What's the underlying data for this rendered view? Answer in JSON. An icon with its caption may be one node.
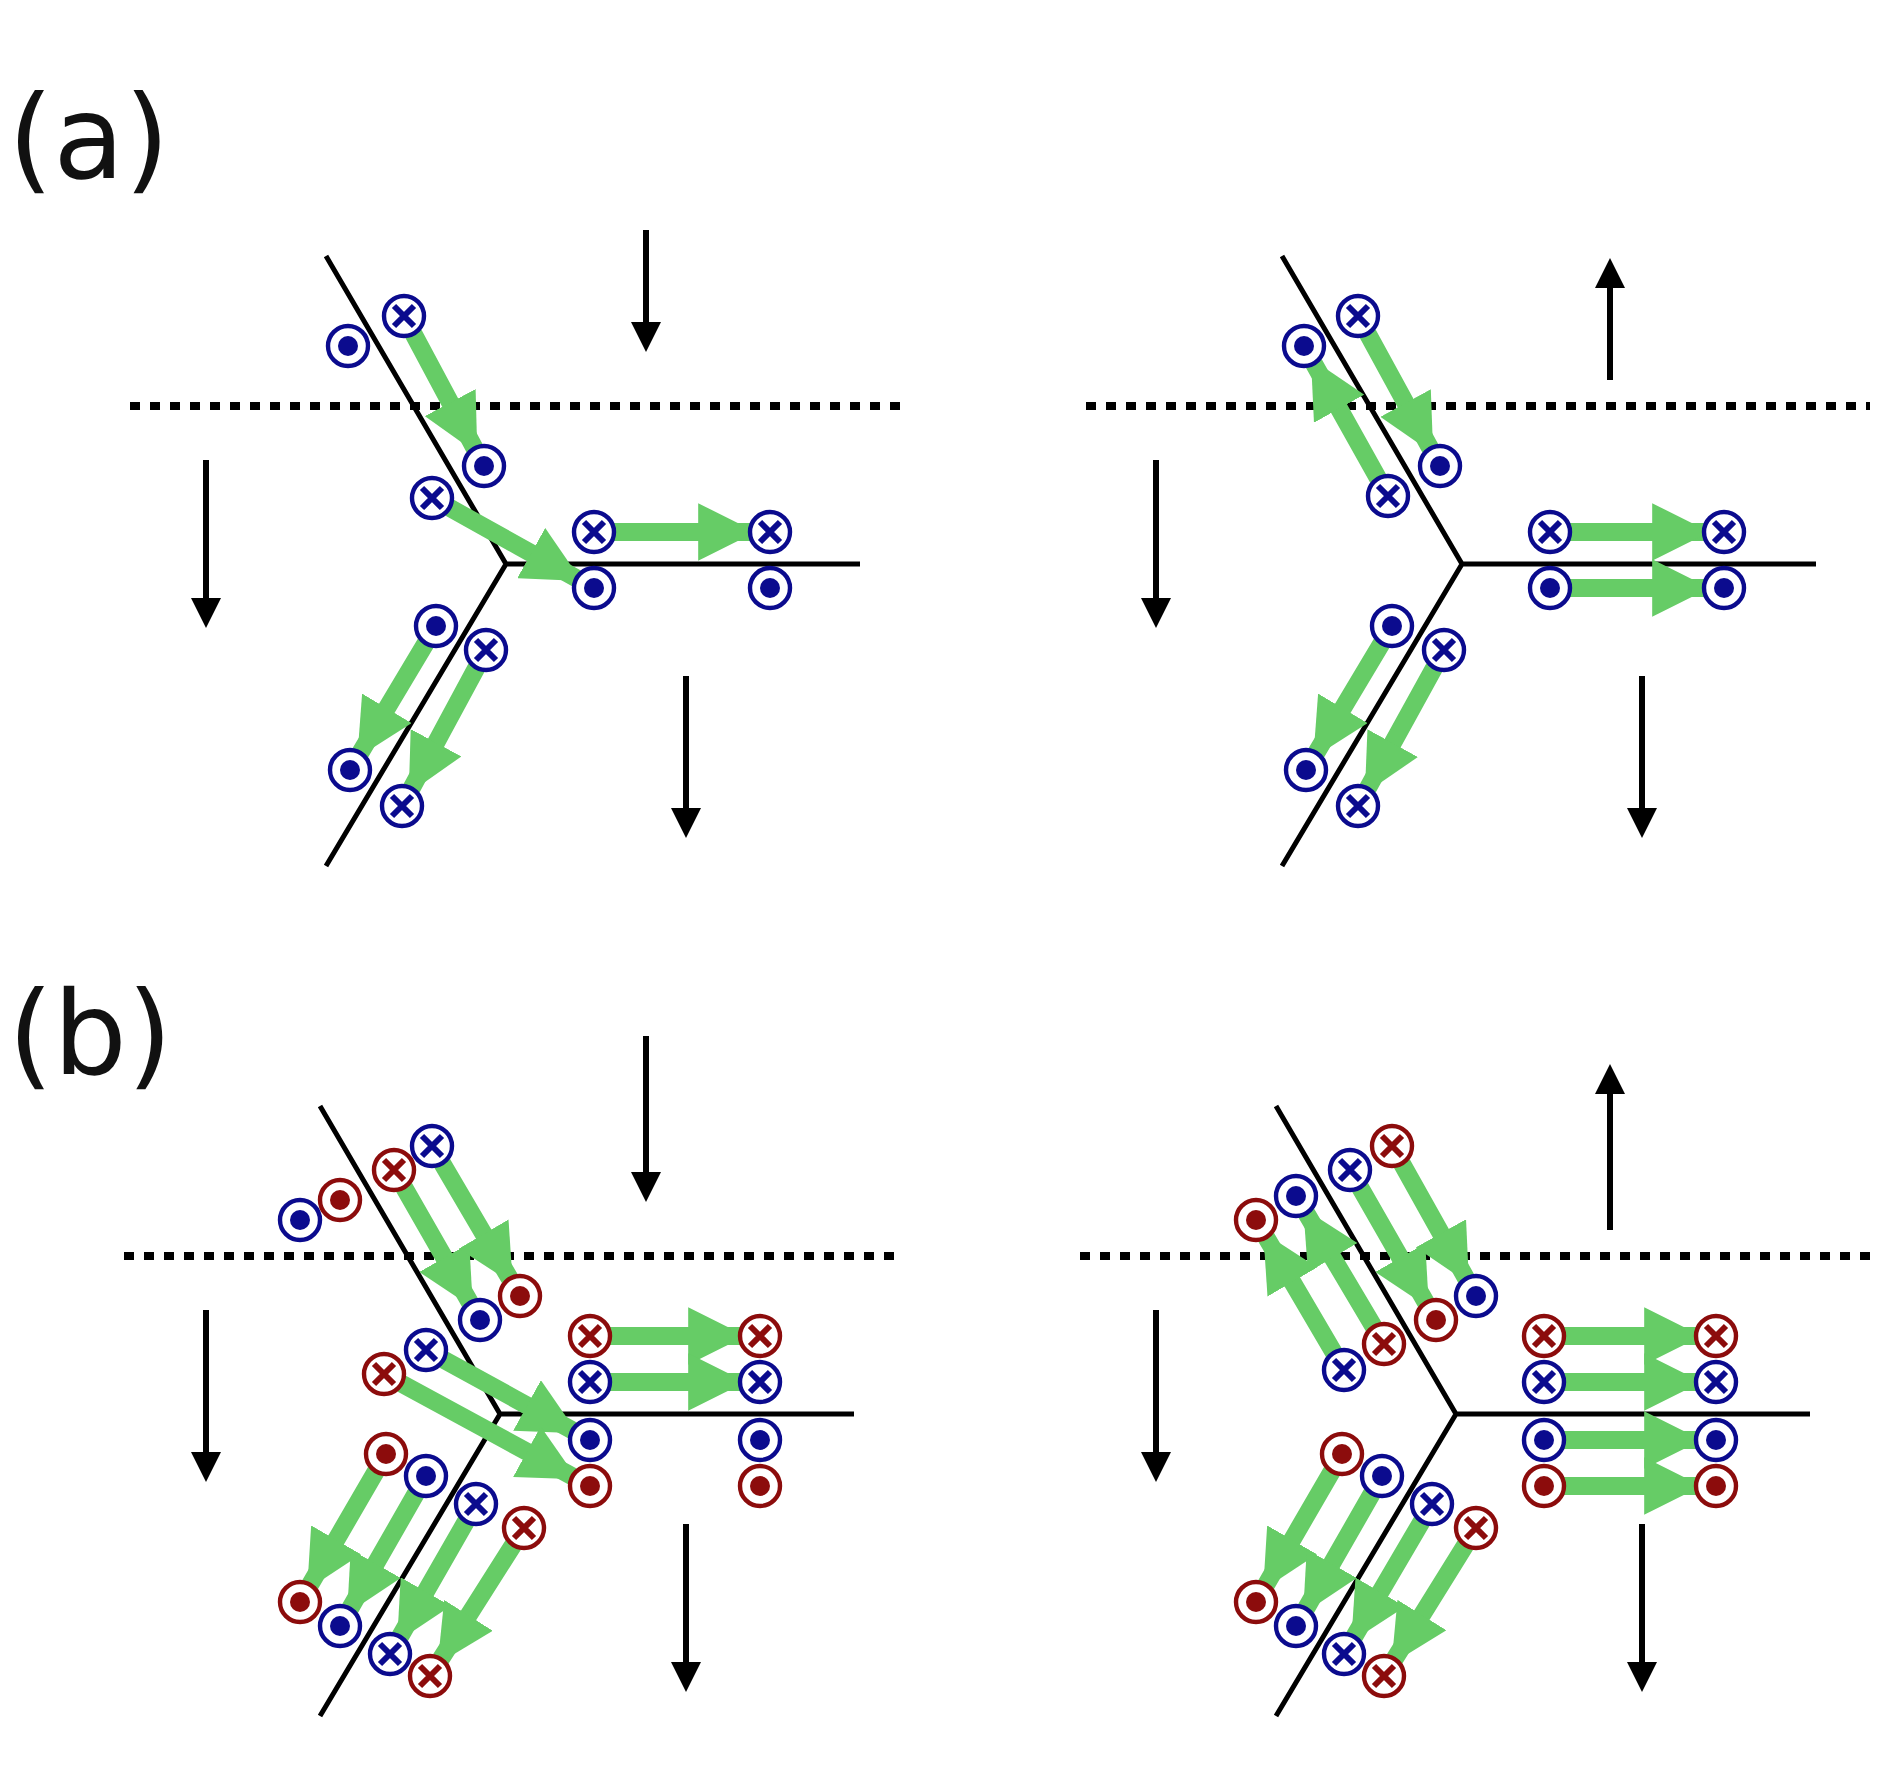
{
  "diagram": {
    "nodes": [
      {
        "text": [],
        "shape": "circle"
      },
      {
        "text": [],
        "shape": "circle"
      },
      {
        "text": [],
        "shape": "circle"
      },
      {
        "text": [],
        "shape": "circle"
      },
      {
        "text": [],
        "shape": "circle"
      },
      {
        "text": [],
        "shape": "circle"
      },
      {
        "text": [],
        "shape": "circle"
      },
      {
        "text": [],
        "shape": "circle"
      },
      {
        "text": [],
        "shape": "circle"
      },
      {
        "text": [],
        "shape": "circle"
      },
      {
        "text": [],
        "shape": "circle"
      },
      {
        "text": [],
        "shape": "circle"
      },
      {
        "text": [],
        "shape": "circle"
      },
      {
        "text": [],
        "shape": "circle"
      },
      {
        "text": [],
        "shape": "circle"
      },
      {
        "text": [],
        "shape": "circle"
      },
      {
        "text": [],
        "shape": "circle"
      },
      {
        "text": [],
        "shape": "circle"
      },
      {
        "text": [],
        "shape": "circle"
      },
      {
        "text": [],
        "shape": "circle"
      },
      {
        "text": [],
        "shape": "circle"
      },
      {
        "text": [],
        "shape": "circle"
      },
      {
        "text": [],
        "shape": "circle"
      },
      {
        "text": [],
        "shape": "circle"
      },
      {
        "text": [],
        "shape": "circle"
      },
      {
        "text": [],
        "shape": "circle"
      },
      {
        "text": [],
        "shape": "circle"
      },
      {
        "text": [],
        "shape": "circle"
      },
      {
        "text": [],
        "shape": "circle"
      },
      {
        "text": [],
        "shape": "circle"
      },
      {
        "text": [],
        "shape": "circle"
      },
      {
        "text": [],
        "shape": "circle"
      },
      {
        "text": [],
        "shape": "circle"
      },
      {
        "text": [],
        "shape": "circle"
      },
      {
        "text": [],
        "shape": "circle"
      },
      {
        "text": [],
        "shape": "circle"
      },
      {
        "text": [],
        "shape": "circle"
      },
      {
        "text": [],
        "shape": "circle"
      },
      {
        "text": [],
        "shape": "circle"
      },
      {
        "text": [],
        "shape": "circle"
      },
      {
        "text": [],
        "shape": "circle"
      },
      {
        "text": [],
        "shape": "circle"
      },
      {
        "text": [],
        "shape": "circle"
      },
      {
        "text": [],
        "shape": "circle"
      },
      {
        "text": [],
        "shape": "circle"
      },
      {
        "text": [],
        "shape": "circle"
      },
      {
        "text": [],
        "shape": "circle"
      },
      {
        "text": [],
        "shape": "circle"
      },
      {
        "text": [],
        "shape": "circle"
      },
      {
        "text": [],
        "shape": "circle"
      },
      {
        "text": [],
        "shape": "circle"
      },
      {
        "text": [],
        "shape": "circle"
      },
      {
        "text": [],
        "shape": "circle"
      },
      {
        "text": [],
        "shape": "circle"
      },
      {
        "text": [],
        "shape": "circle"
      },
      {
        "text": [],
        "shape": "circle"
      },
      {
        "text": [],
        "shape": "circle"
      },
      {
        "text": [],
        "shape": "circle"
      },
      {
        "text": [],
        "shape": "circle"
      },
      {
        "text": [],
        "shape": "circle"
      },
      {
        "text": [],
        "shape": "circle"
      },
      {
        "text": [],
        "shape": "circle"
      },
      {
        "text": [],
        "shape": "circle"
      },
      {
        "text": [],
        "shape": "circle"
      },
      {
        "text": [],
        "shape": "circle"
      },
      {
        "text": [],
        "shape": "circle"
      },
      {
        "text": [],
        "shape": "circle"
      },
      {
        "text": [],
        "shape": "circle"
      },
      {
        "text": [],
        "shape": "circle"
      },
      {
        "text": [],
        "shape": "circle"
      },
      {
        "text": [],
        "shape": "circle"
      },
      {
        "text": [],
        "shape": "circle"
      }
    ],
    "edges": [
      {
        "from": 1,
        "to": 2,
        "arrow": "to"
      },
      {
        "from": 3,
        "to": 5,
        "arrow": "to"
      },
      {
        "from": 4,
        "to": 6,
        "arrow": "to"
      },
      {
        "from": 8,
        "to": 10,
        "arrow": "to"
      },
      {
        "from": 9,
        "to": 11,
        "arrow": "to"
      },
      {
        "from": 13,
        "to": 15,
        "arrow": "to"
      },
      {
        "from": 14,
        "to": 12,
        "arrow": "to"
      },
      {
        "from": 16,
        "to": 18,
        "arrow": "to"
      },
      {
        "from": 17,
        "to": 19,
        "arrow": "to"
      },
      {
        "from": 20,
        "to": 22,
        "arrow": "to"
      },
      {
        "from": 21,
        "to": 23,
        "arrow": "to"
      },
      {
        "from": 26,
        "to": 28,
        "arrow": "to"
      },
      {
        "from": 27,
        "to": 29,
        "arrow": "to"
      },
      {
        "from": 32,
        "to": 33,
        "arrow": "to"
      },
      {
        "from": 34,
        "to": 35,
        "arrow": "to"
      },
      {
        "from": 31,
        "to": 36,
        "arrow": "to"
      },
      {
        "from": 30,
        "to": 37,
        "arrow": "to"
      },
      {
        "from": 40,
        "to": 44,
        "arrow": "to"
      },
      {
        "from": 41,
        "to": 45,
        "arrow": "to"
      },
      {
        "from": 42,
        "to": 46,
        "arrow": "to"
      },
      {
        "from": 43,
        "to": 47,
        "arrow": "to"
      },
      {
        "from": 50,
        "to": 52,
        "arrow": "to"
      },
      {
        "from": 51,
        "to": 53,
        "arrow": "to"
      },
      {
        "from": 55,
        "to": 49,
        "arrow": "to"
      },
      {
        "from": 54,
        "to": 48,
        "arrow": "to"
      },
      {
        "from": 56,
        "to": 57,
        "arrow": "to"
      },
      {
        "from": 58,
        "to": 59,
        "arrow": "to"
      },
      {
        "from": 60,
        "to": 61,
        "arrow": "to"
      },
      {
        "from": 62,
        "to": 63,
        "arrow": "to"
      },
      {
        "from": 64,
        "to": 68,
        "arrow": "to"
      },
      {
        "from": 65,
        "to": 69,
        "arrow": "to"
      },
      {
        "from": 66,
        "to": 70,
        "arrow": "to"
      },
      {
        "from": 67,
        "to": 71,
        "arrow": "to"
      }
    ],
    "labels": [
      "(a)",
      "(b)"
    ]
  }
}
